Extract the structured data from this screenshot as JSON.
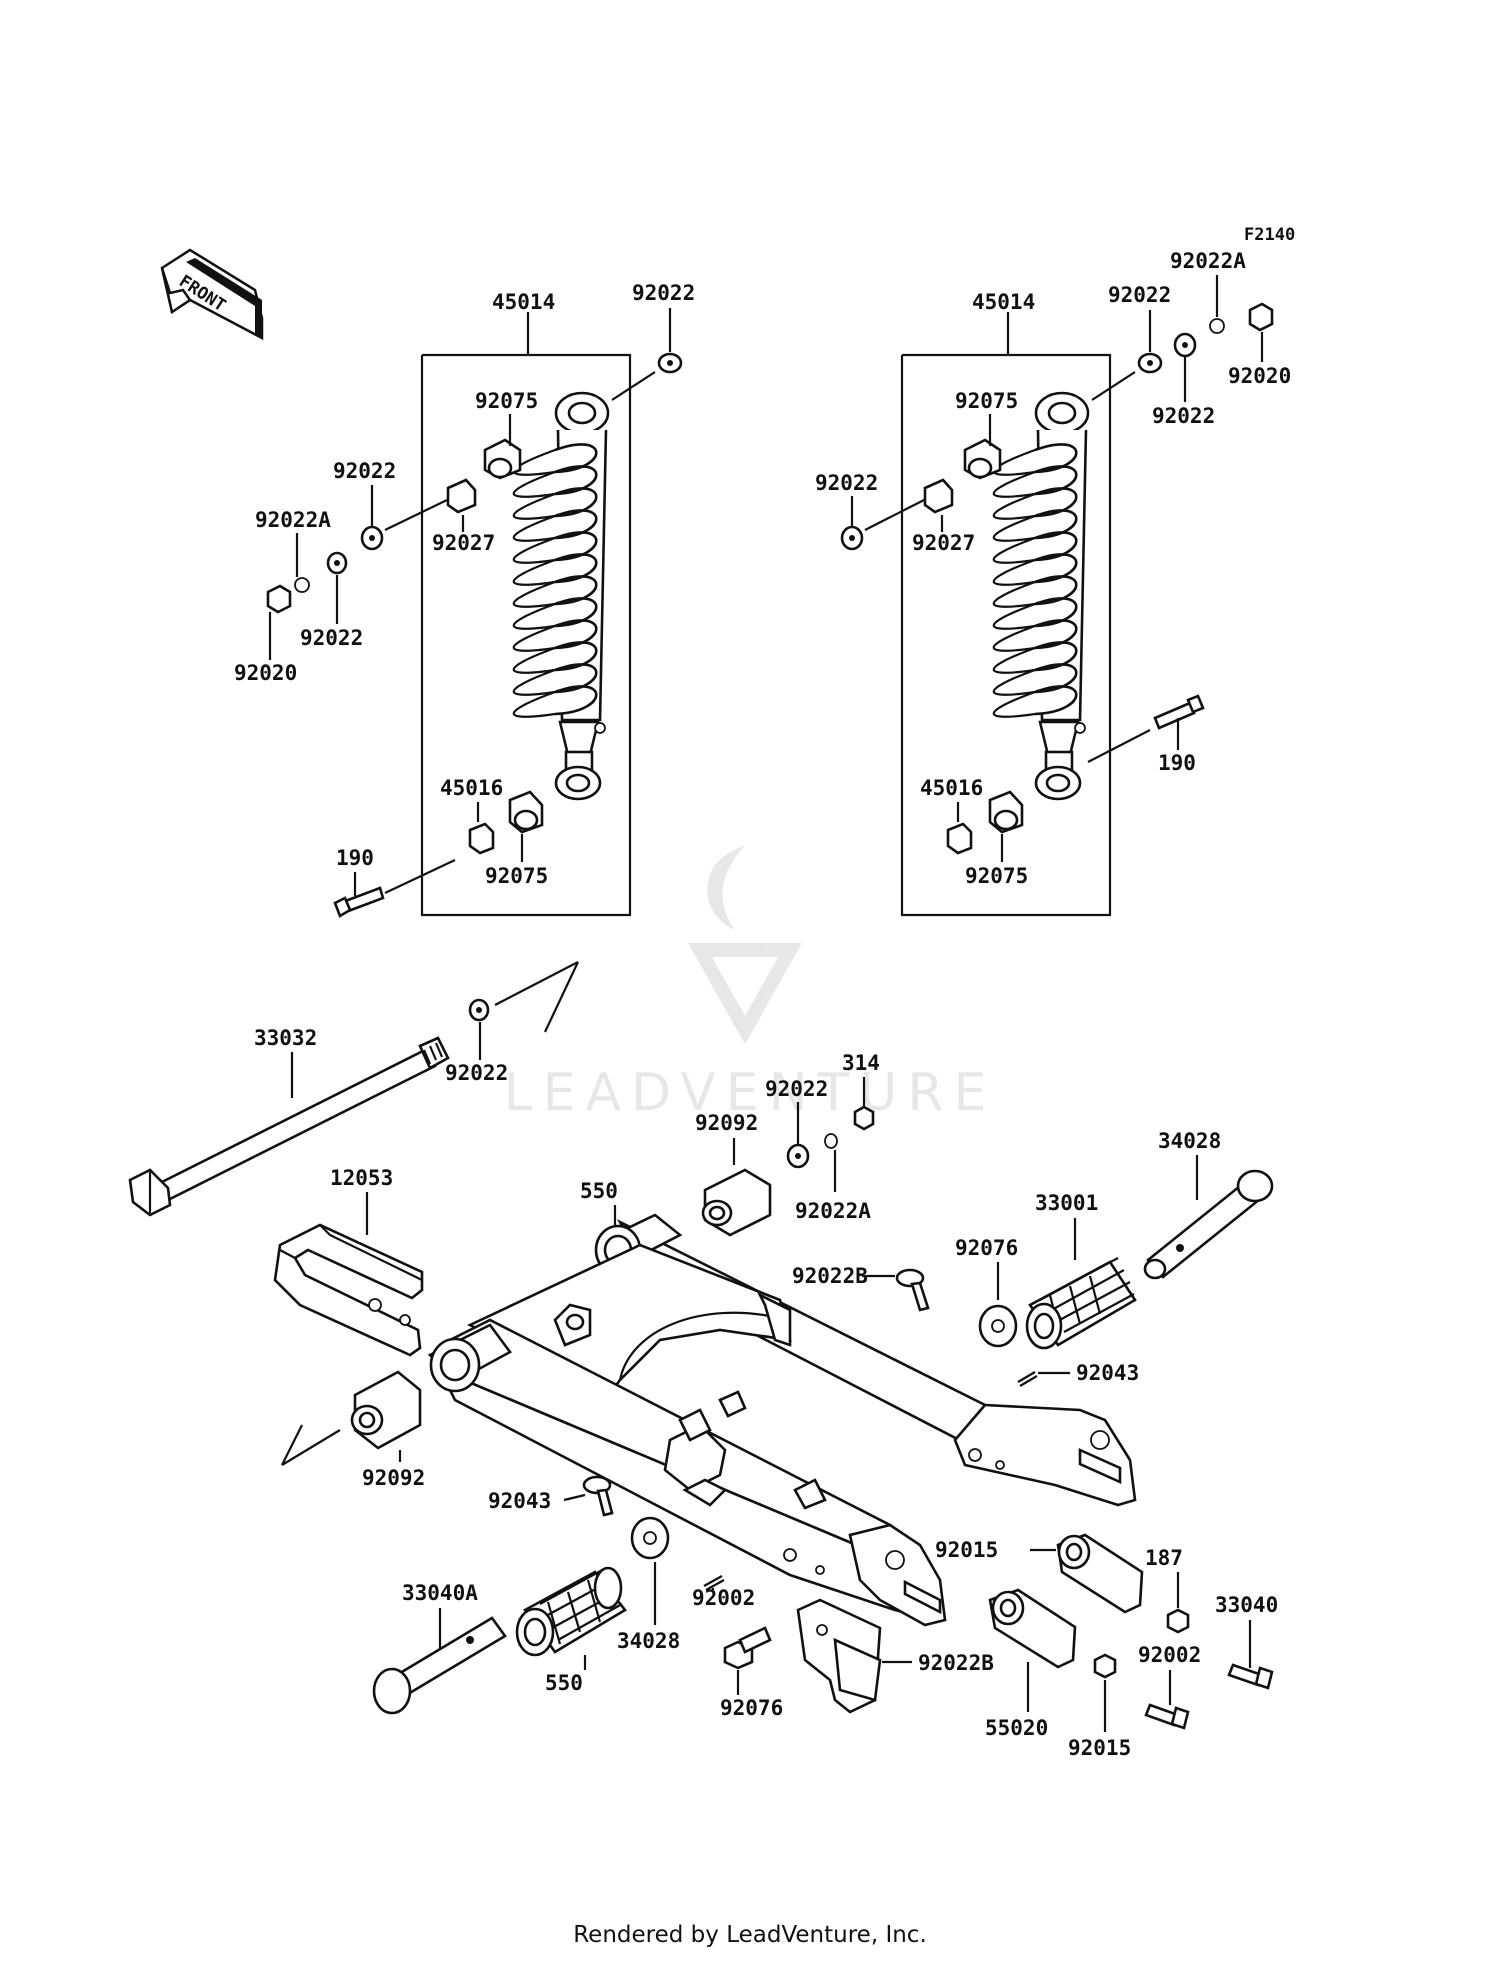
{
  "diagram": {
    "figure_code": "F2140",
    "front_label": "FRONT",
    "watermark": "LEADVENTURE",
    "footer": "Rendered by LeadVenture, Inc.",
    "callouts": [
      {
        "id": "c-45014-left",
        "text": "45014"
      },
      {
        "id": "c-92022-lt",
        "text": "92022"
      },
      {
        "id": "c-92075-lt",
        "text": "92075"
      },
      {
        "id": "c-92022-l2",
        "text": "92022"
      },
      {
        "id": "c-92022A-l",
        "text": "92022A"
      },
      {
        "id": "c-92027-l",
        "text": "92027"
      },
      {
        "id": "c-92022-l3",
        "text": "92022"
      },
      {
        "id": "c-92020-l",
        "text": "92020"
      },
      {
        "id": "c-45016-l",
        "text": "45016"
      },
      {
        "id": "c-190-l",
        "text": "190"
      },
      {
        "id": "c-92075-lb",
        "text": "92075"
      },
      {
        "id": "c-45014-right",
        "text": "45014"
      },
      {
        "id": "c-92022-rt",
        "text": "92022"
      },
      {
        "id": "c-92022A-r",
        "text": "92022A"
      },
      {
        "id": "c-92020-r",
        "text": "92020"
      },
      {
        "id": "c-92022-r2",
        "text": "92022"
      },
      {
        "id": "c-92075-rt",
        "text": "92075"
      },
      {
        "id": "c-92022-r3",
        "text": "92022"
      },
      {
        "id": "c-92027-r",
        "text": "92027"
      },
      {
        "id": "c-190-r",
        "text": "190"
      },
      {
        "id": "c-45016-r",
        "text": "45016"
      },
      {
        "id": "c-92075-rb",
        "text": "92075"
      },
      {
        "id": "c-33032",
        "text": "33032"
      },
      {
        "id": "c-92022-mid",
        "text": "92022"
      },
      {
        "id": "c-314",
        "text": "314"
      },
      {
        "id": "c-92022-c",
        "text": "92022"
      },
      {
        "id": "c-92092-top",
        "text": "92092"
      },
      {
        "id": "c-92022A-c",
        "text": "92022A"
      },
      {
        "id": "c-34028-r",
        "text": "34028"
      },
      {
        "id": "c-12053",
        "text": "12053"
      },
      {
        "id": "c-33001",
        "text": "33001"
      },
      {
        "id": "c-92076-r",
        "text": "92076"
      },
      {
        "id": "c-92022B-r",
        "text": "92022B"
      },
      {
        "id": "c-92043-top",
        "text": "92043"
      },
      {
        "id": "c-550-r",
        "text": "550"
      },
      {
        "id": "c-92092-bot",
        "text": "92092"
      },
      {
        "id": "c-92043-bot",
        "text": "92043"
      },
      {
        "id": "c-33040A",
        "text": "33040A"
      },
      {
        "id": "c-92015-r",
        "text": "92015"
      },
      {
        "id": "c-92002-r",
        "text": "92002"
      },
      {
        "id": "c-34028-l",
        "text": "34028"
      },
      {
        "id": "c-550-l",
        "text": "550"
      },
      {
        "id": "c-92022B-l",
        "text": "92022B"
      },
      {
        "id": "c-92076-l",
        "text": "92076"
      },
      {
        "id": "c-55020",
        "text": "55020"
      },
      {
        "id": "c-187",
        "text": "187"
      },
      {
        "id": "c-33040",
        "text": "33040"
      },
      {
        "id": "c-92002-b",
        "text": "92002"
      },
      {
        "id": "c-92015-b",
        "text": "92015"
      }
    ]
  }
}
